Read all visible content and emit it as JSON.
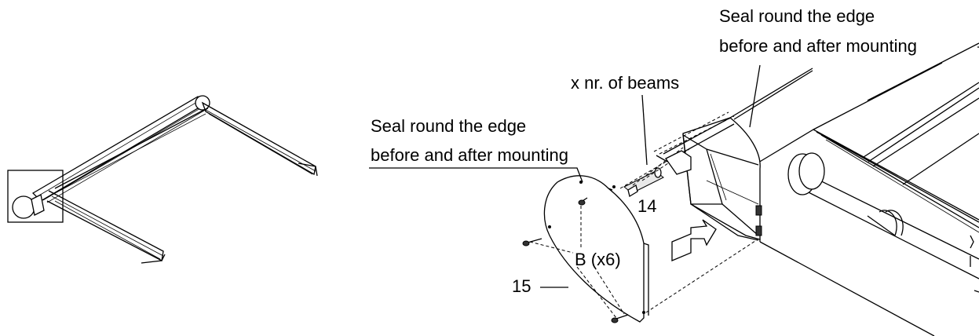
{
  "labels": {
    "seal_top_line1": "Seal round the edge",
    "seal_top_line2": "before and after mounting",
    "seal_left_line1": "Seal round the edge",
    "seal_left_line2": "before and after mounting",
    "beams": "x nr. of beams",
    "part_14": "14",
    "part_15": "15",
    "screws": "B (x6)"
  }
}
